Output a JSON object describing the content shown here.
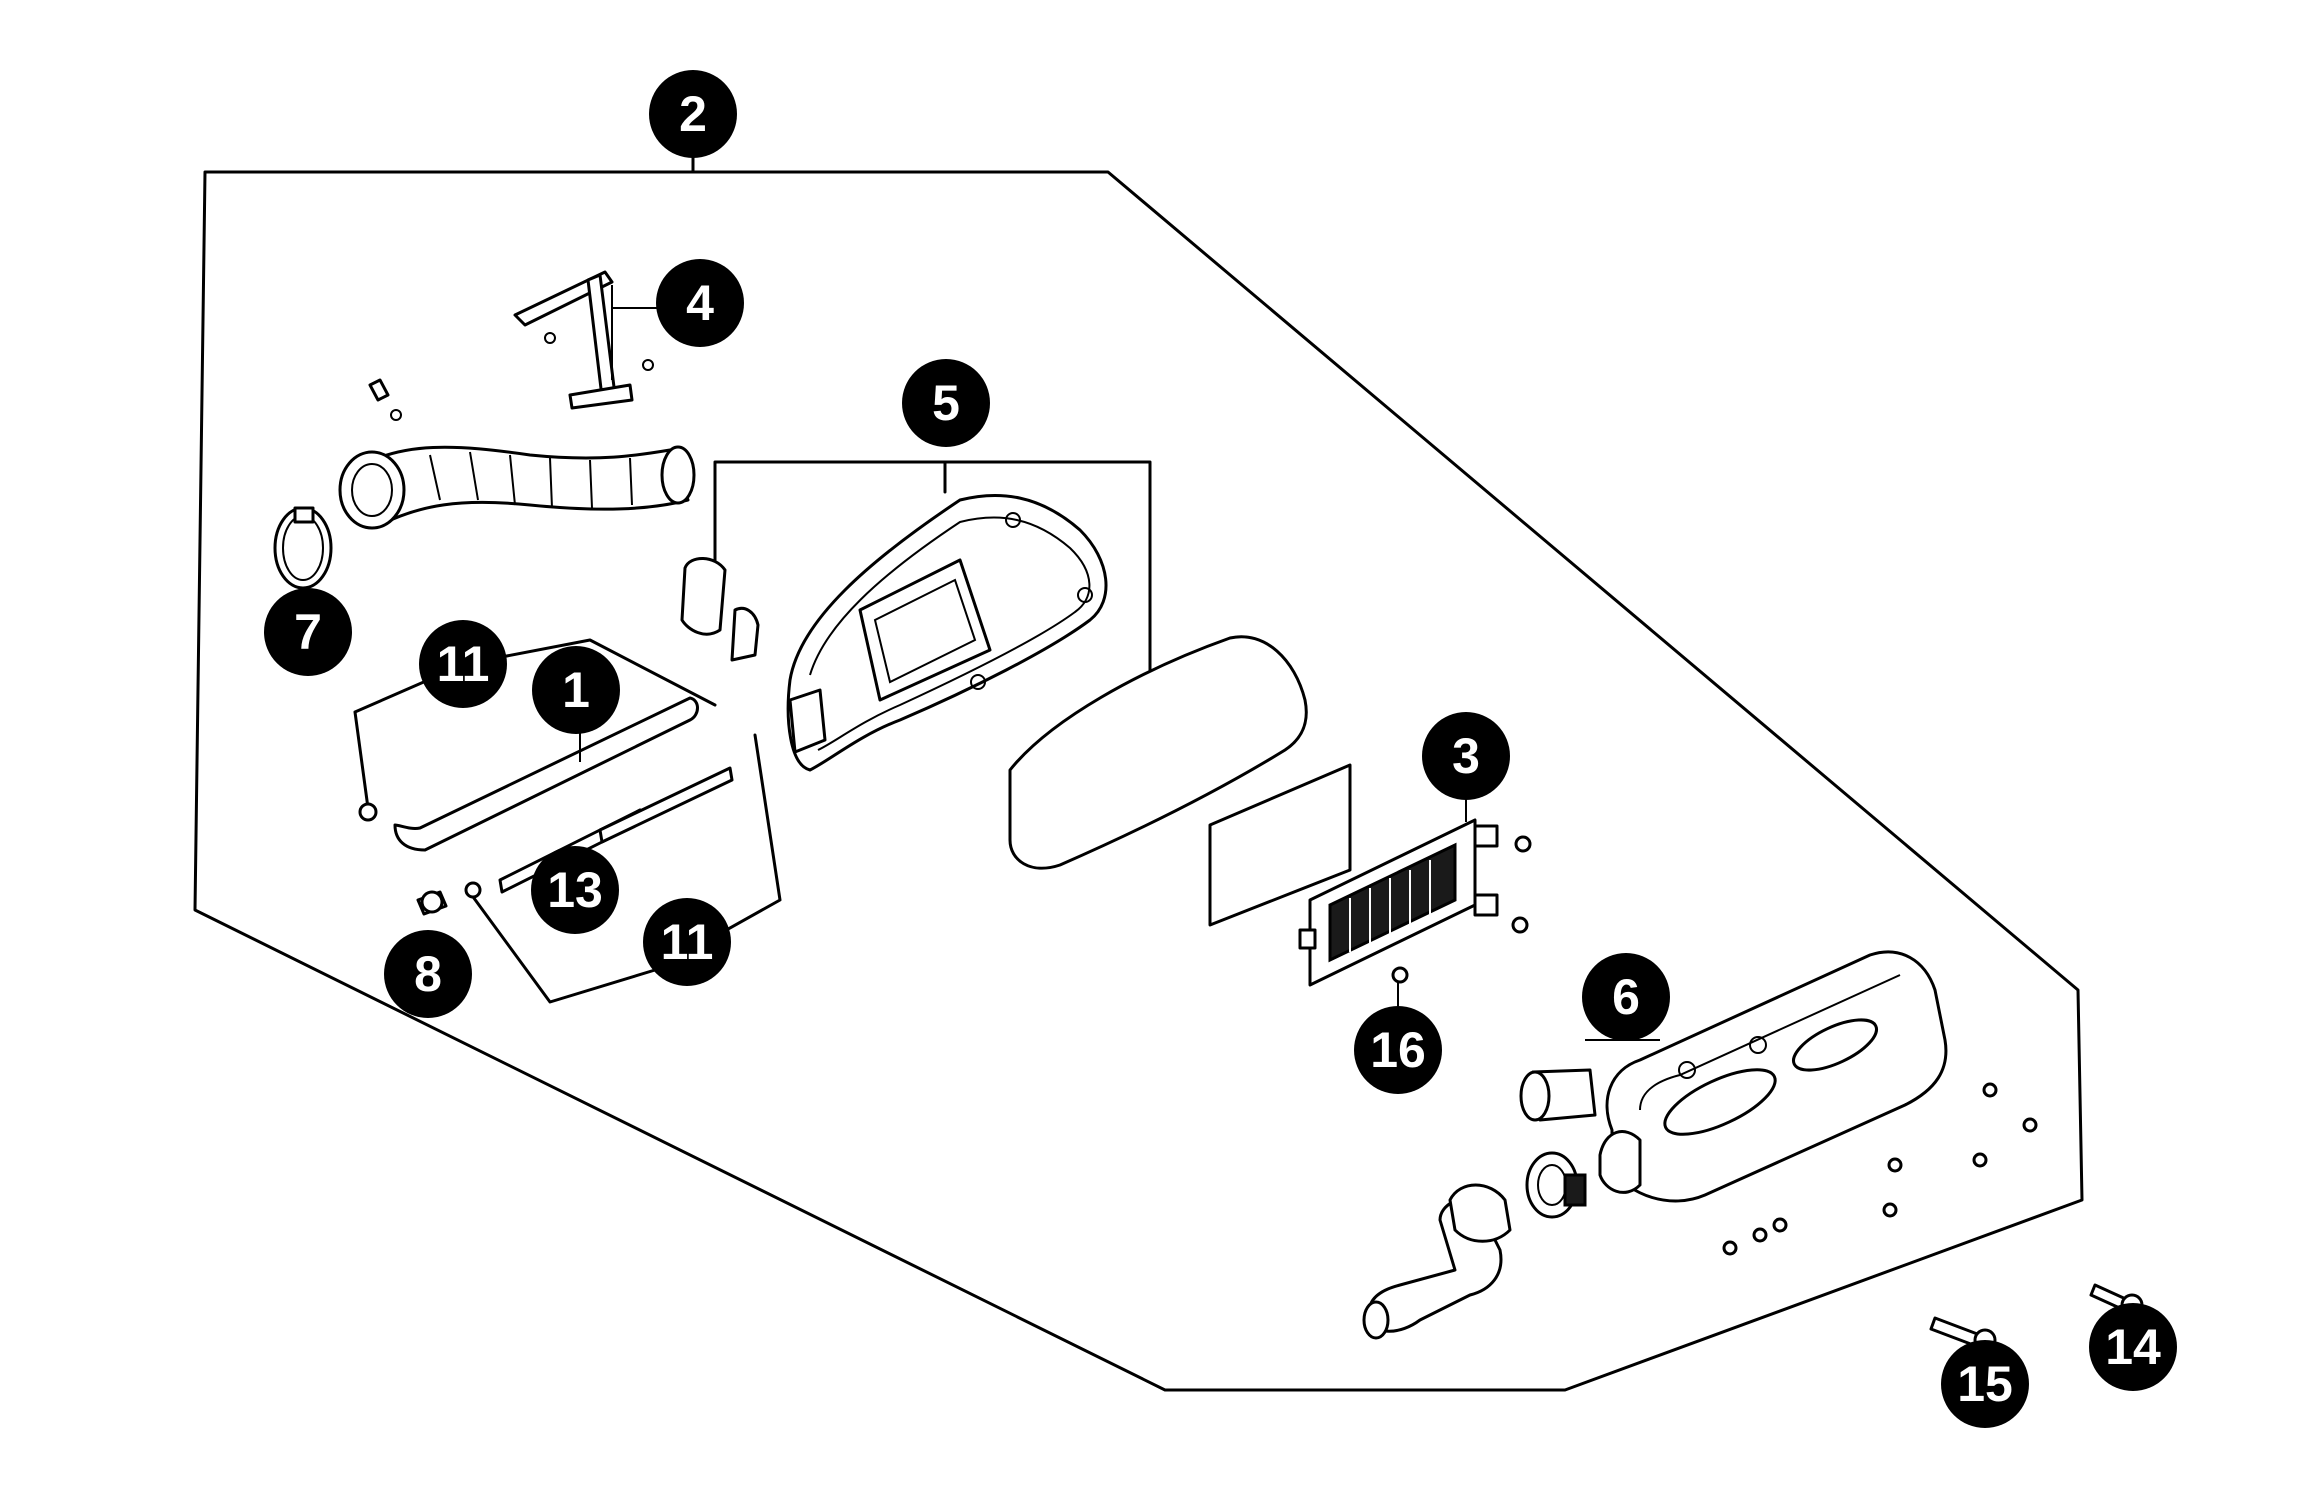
{
  "callouts": [
    {
      "id": "c1",
      "label": "1"
    },
    {
      "id": "c2",
      "label": "2"
    },
    {
      "id": "c3",
      "label": "3"
    },
    {
      "id": "c4",
      "label": "4"
    },
    {
      "id": "c5",
      "label": "5"
    },
    {
      "id": "c6",
      "label": "6"
    },
    {
      "id": "c7",
      "label": "7"
    },
    {
      "id": "c8",
      "label": "8"
    },
    {
      "id": "c11a",
      "label": "11"
    },
    {
      "id": "c11b",
      "label": "11"
    },
    {
      "id": "c13",
      "label": "13"
    },
    {
      "id": "c14",
      "label": "14"
    },
    {
      "id": "c15",
      "label": "15"
    },
    {
      "id": "c16",
      "label": "16"
    }
  ],
  "colors": {
    "ink": "#000000",
    "background": "#ffffff"
  }
}
